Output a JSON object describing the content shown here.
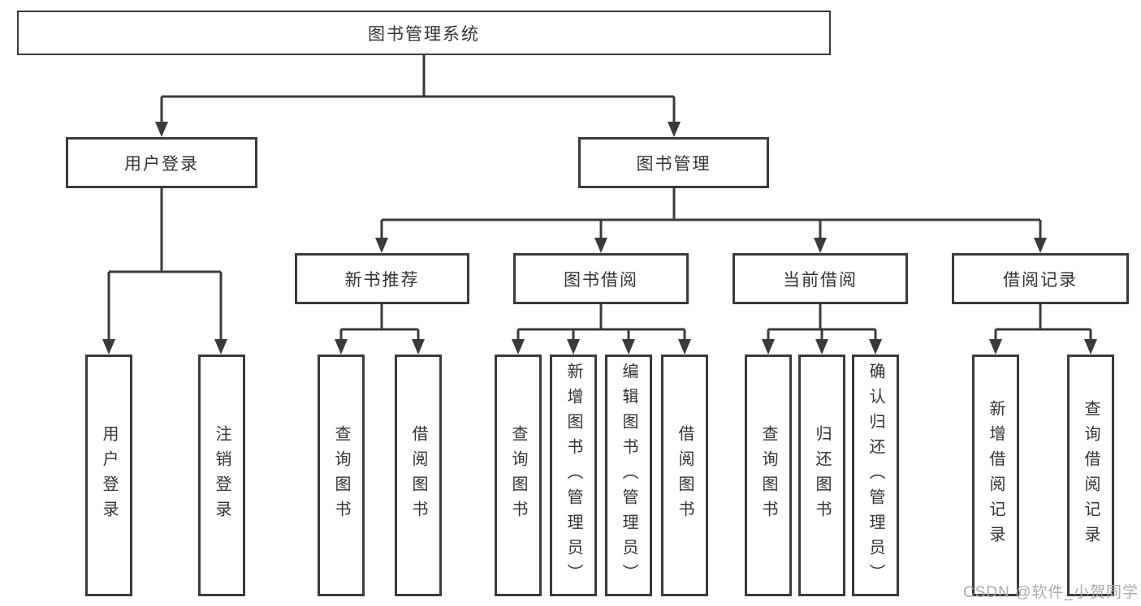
{
  "diagram": {
    "root": {
      "label": "图书管理系统"
    },
    "level2": [
      {
        "label": "用户登录"
      },
      {
        "label": "图书管理"
      }
    ],
    "level3": [
      {
        "label": "新书推荐"
      },
      {
        "label": "图书借阅"
      },
      {
        "label": "当前借阅"
      },
      {
        "label": "借阅记录"
      }
    ],
    "leaves": [
      {
        "label": "用户登录"
      },
      {
        "label": "注销登录"
      },
      {
        "label": "查询图书"
      },
      {
        "label": "借阅图书"
      },
      {
        "label": "查询图书"
      },
      {
        "label": "新增图书（管理员）"
      },
      {
        "label": "编辑图书（管理员）"
      },
      {
        "label": "借阅图书"
      },
      {
        "label": "查询图书"
      },
      {
        "label": "归还图书"
      },
      {
        "label": "确认归还（管理员）"
      },
      {
        "label": "新增借阅记录"
      },
      {
        "label": "查询借阅记录"
      }
    ]
  },
  "watermark": {
    "text": "CSDN @软件_小贺同学"
  },
  "colors": {
    "line": "#3a3a3a",
    "text": "#333333",
    "watermark": "#aaaaaa",
    "background": "#ffffff"
  }
}
